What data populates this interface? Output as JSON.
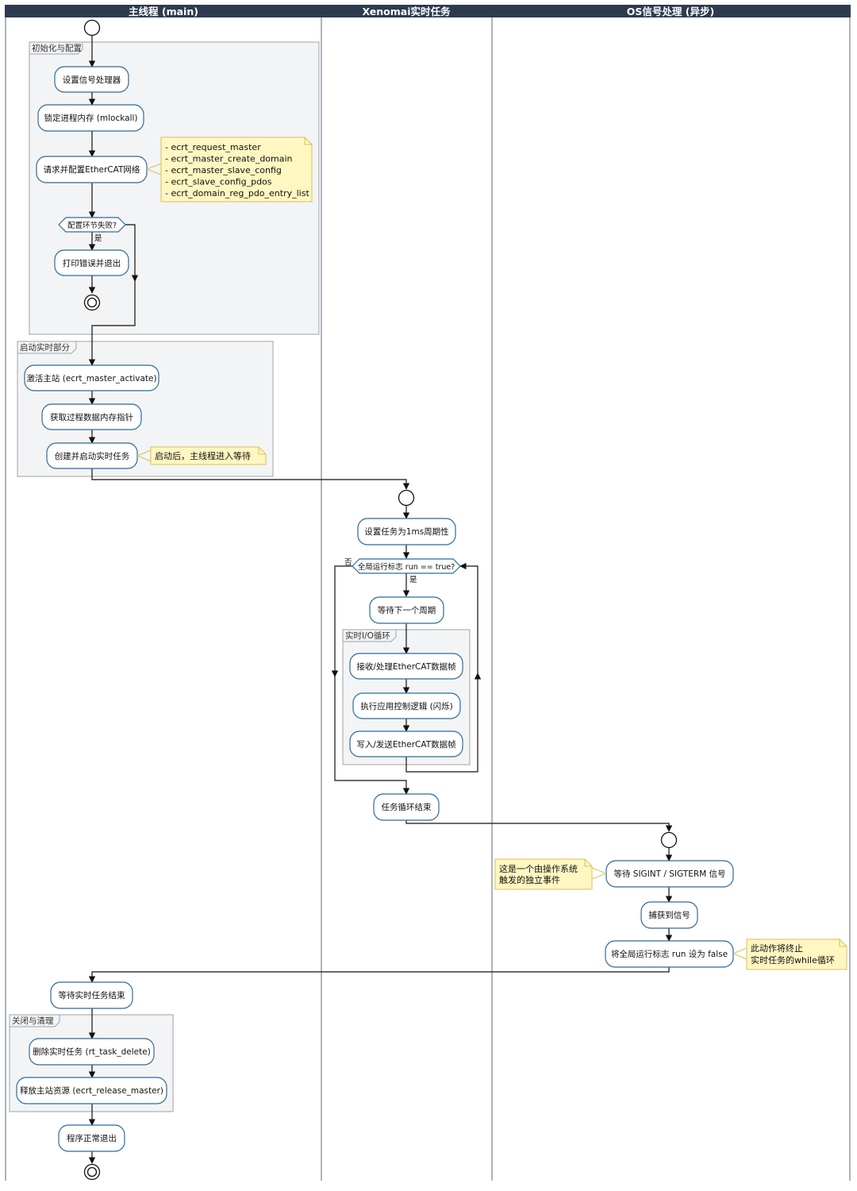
{
  "lanes": [
    {
      "id": "main",
      "title": "主线程 (main)"
    },
    {
      "id": "rt",
      "title": "Xenomai实时任务"
    },
    {
      "id": "os",
      "title": "OS信号处理 (异步)"
    }
  ],
  "groups": {
    "init": "初始化与配置",
    "start_rt": "启动实时部分",
    "rt_io": "实时I/O循环",
    "cleanup": "关闭与清理"
  },
  "activities": {
    "setup_signal": "设置信号处理器",
    "lock_memory": "锁定进程内存 (mlockall)",
    "config_ethercat": "请求并配置EtherCAT网络",
    "print_error": "打印错误并退出",
    "activate_master": "激活主站 (ecrt_master_activate)",
    "get_pd_pointer": "获取过程数据内存指针",
    "create_rt_task": "创建并启动实时任务",
    "set_period": "设置任务为1ms周期性",
    "wait_period": "等待下一个周期",
    "recv_frame": "接收/处理EtherCAT数据帧",
    "run_logic": "执行应用控制逻辑 (闪烁)",
    "send_frame": "写入/发送EtherCAT数据帧",
    "loop_end": "任务循环结束",
    "wait_signal": "等待 SIGINT / SIGTERM 信号",
    "catch_signal": "捕获到信号",
    "set_run_false": "将全局运行标志 run 设为 false",
    "wait_rt_end": "等待实时任务结束",
    "delete_task": "删除实时任务 (rt_task_delete)",
    "release_master": "释放主站资源 (ecrt_release_master)",
    "normal_exit": "程序正常退出"
  },
  "decisions": {
    "config_failed": "配置环节失败?",
    "run_flag": "全局运行标志 run == true?"
  },
  "branch_labels": {
    "config_yes": "是",
    "run_yes": "是",
    "run_no": "否"
  },
  "notes": {
    "ecrt_calls": [
      "- ecrt_request_master",
      "- ecrt_master_create_domain",
      "- ecrt_master_slave_config",
      "- ecrt_slave_config_pdos",
      "- ecrt_domain_reg_pdo_entry_list"
    ],
    "main_waits": [
      "启动后，主线程进入等待"
    ],
    "os_event": [
      "这是一个由操作系统",
      "触发的独立事件"
    ],
    "terminate_loop": [
      "此动作将终止",
      "实时任务的while循环"
    ]
  },
  "colors": {
    "lane_header": "#2e3b4e",
    "activity_border": "#2c6b9e",
    "group_fill": "#f3f4f5",
    "note_fill": "#fff7c2"
  }
}
